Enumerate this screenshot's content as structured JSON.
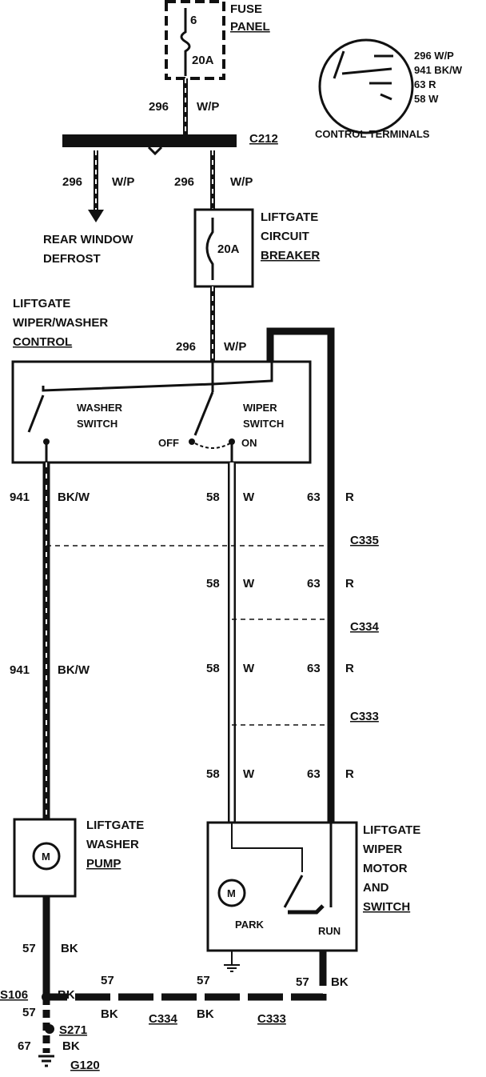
{
  "fuse_panel": {
    "title_1": "FUSE",
    "title_2": "PANEL",
    "fuse_number": "6",
    "fuse_rating": "20A"
  },
  "control_terminals": {
    "caption": "CONTROL TERMINALS",
    "items": [
      "296 W/P",
      "941 BK/W",
      "63 R",
      "58 W"
    ]
  },
  "connectors": {
    "c212": "C212",
    "c335": "C335",
    "c334": "C334",
    "c333": "C333",
    "c334_bottom": "C334",
    "c333_bottom": "C333"
  },
  "circuit_296": {
    "num": "296",
    "color": "W/P"
  },
  "rear_window_defrost": {
    "line1": "REAR WINDOW",
    "line2": "DEFROST"
  },
  "circuit_breaker": {
    "line1": "LIFTGATE",
    "line2": "CIRCUIT",
    "line3": "BREAKER",
    "rating": "20A"
  },
  "control": {
    "title_1": "LIFTGATE",
    "title_2": "WIPER/WASHER",
    "title_3": "CONTROL",
    "washer_1": "WASHER",
    "washer_2": "SWITCH",
    "wiper_1": "WIPER",
    "wiper_2": "SWITCH",
    "off": "OFF",
    "on": "ON"
  },
  "circuit_941": {
    "num": "941",
    "color": "BK/W"
  },
  "circuit_58": {
    "num": "58",
    "color": "W"
  },
  "circuit_63": {
    "num": "63",
    "color": "R"
  },
  "pump": {
    "line1": "LIFTGATE",
    "line2": "WASHER",
    "line3": "PUMP",
    "motor": "M"
  },
  "wiper_motor": {
    "line1": "LIFTGATE",
    "line2": "WIPER",
    "line3": "MOTOR",
    "line4": "AND",
    "line5": "SWITCH",
    "motor": "M",
    "park": "PARK",
    "run": "RUN"
  },
  "ground": {
    "num_57": "57",
    "bk": "BK",
    "s106": "S106",
    "s271": "S271",
    "num_67": "67",
    "g120": "G120"
  },
  "colors": {
    "ink": "#111111",
    "background": "#ffffff"
  }
}
